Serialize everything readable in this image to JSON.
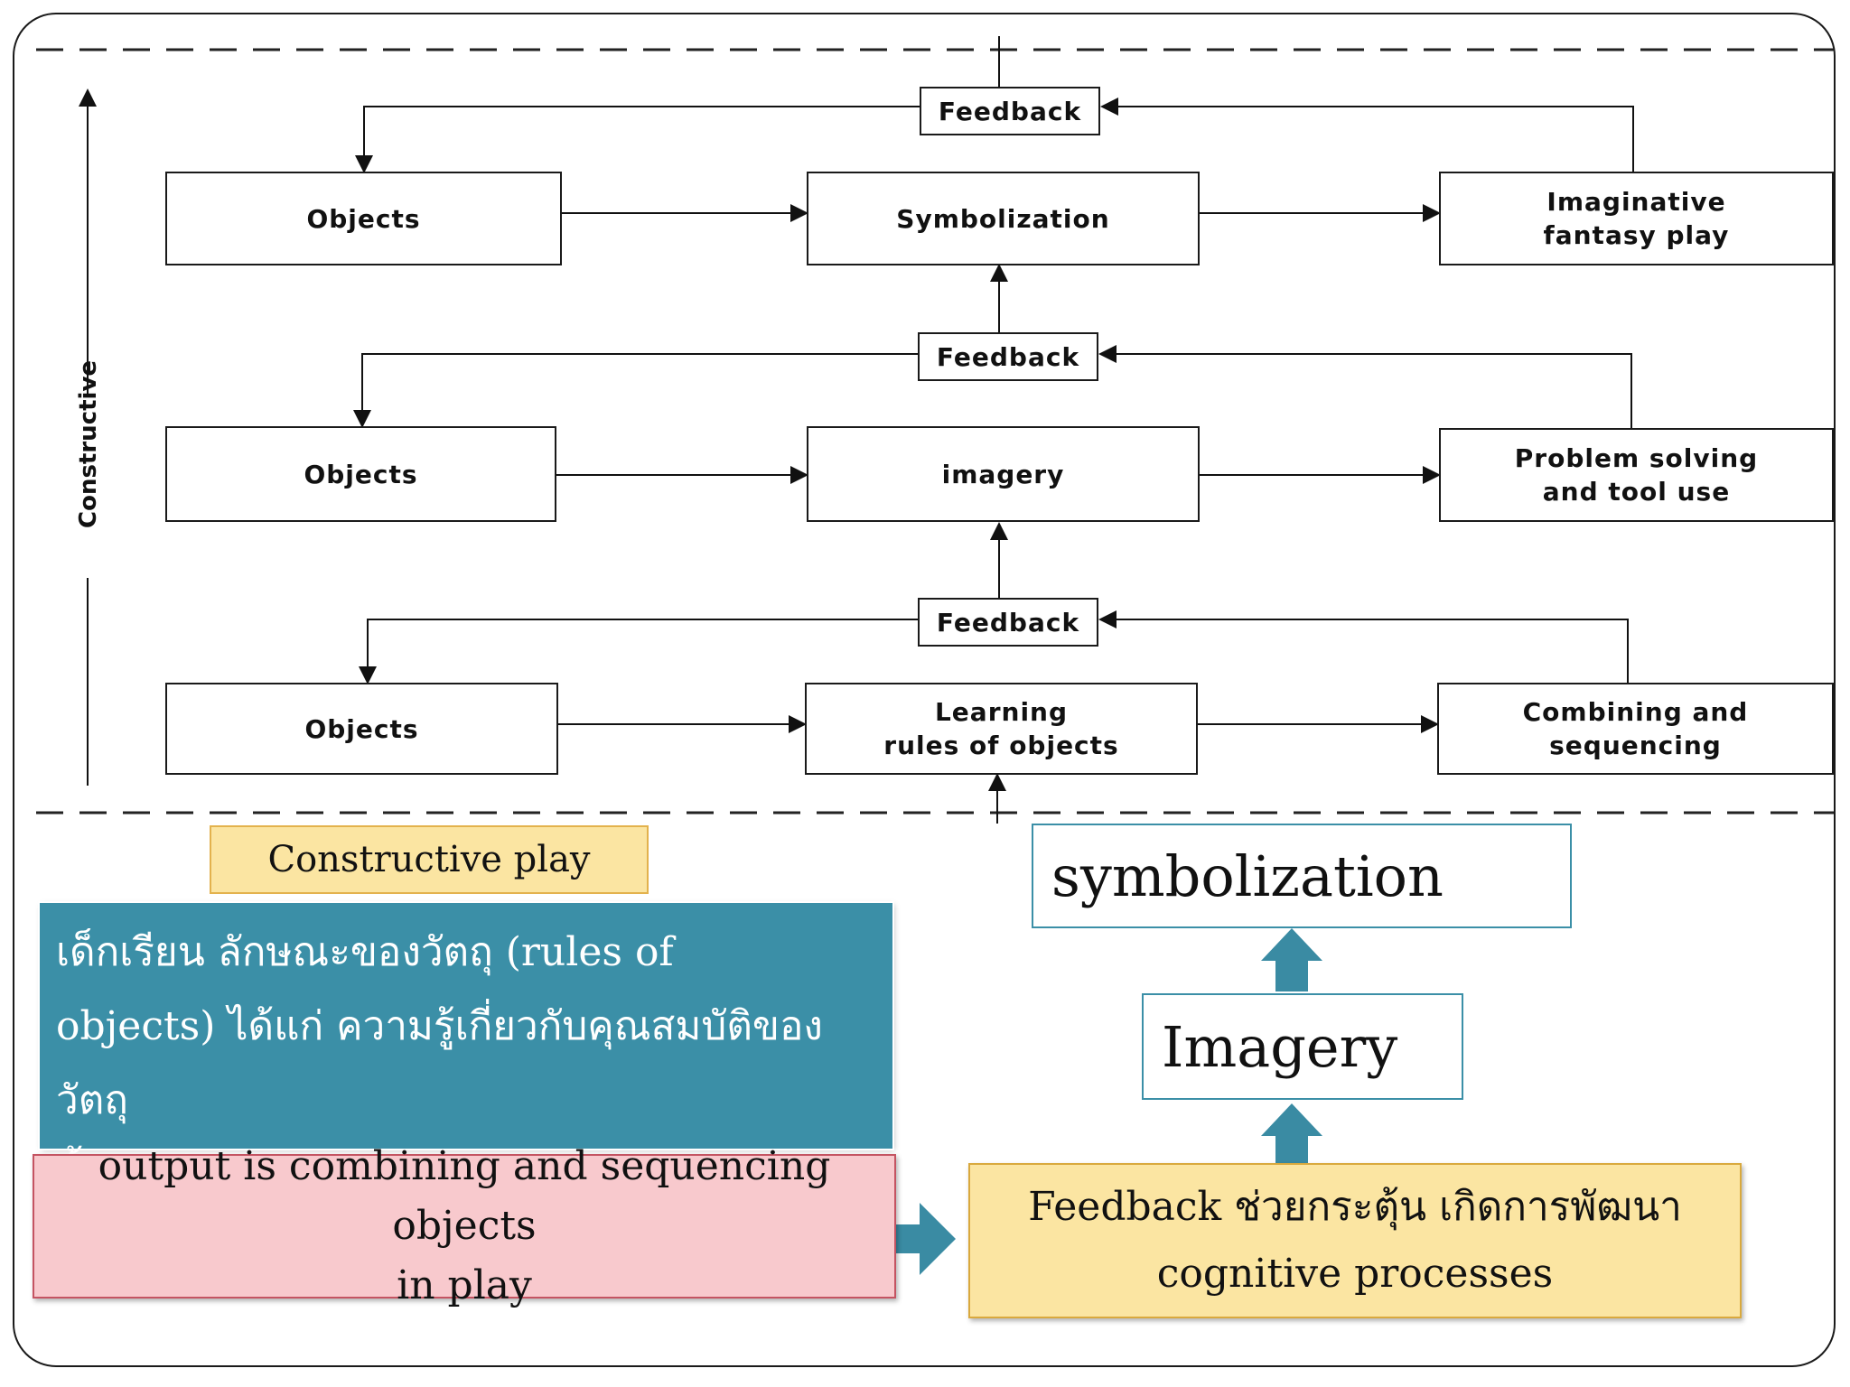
{
  "diagram": {
    "axis_label": "Constructive",
    "feedback_label": "Feedback",
    "rows": [
      {
        "objects": "Objects",
        "process": "Symbolization",
        "output_line1": "Imaginative",
        "output_line2": "fantasy play"
      },
      {
        "objects": "Objects",
        "process": "imagery",
        "output_line1": "Problem solving",
        "output_line2": "and tool use"
      },
      {
        "objects": "Objects",
        "process_line1": "Learning",
        "process_line2": "rules of objects",
        "output_line1": "Combining and",
        "output_line2": "sequencing"
      }
    ]
  },
  "notes": {
    "constructive_play": "Constructive play",
    "thai_description_line1": "เด็กเรียน ลักษณะของวัตถุ (rules of",
    "thai_description_line2": "objects) ได้แก่ ความรู้เกี่ยวกับคุณสมบัติของวัตถุ",
    "thai_description_line3": "พื้นผิว สีรูปทรง",
    "output_line1": "output is combining and sequencing objects",
    "output_line2": "in play",
    "feedback_line1": "Feedback ช่วยกระตุ้น เกิดการพัฒนา",
    "feedback_line2": "cognitive processes",
    "symbolization": "symbolization",
    "imagery": "Imagery"
  },
  "colors": {
    "teal": "#3b8fa7",
    "yellow": "#fbe5a2",
    "pink": "#f8c9cd",
    "arrow_teal": "#3a8ba3"
  }
}
